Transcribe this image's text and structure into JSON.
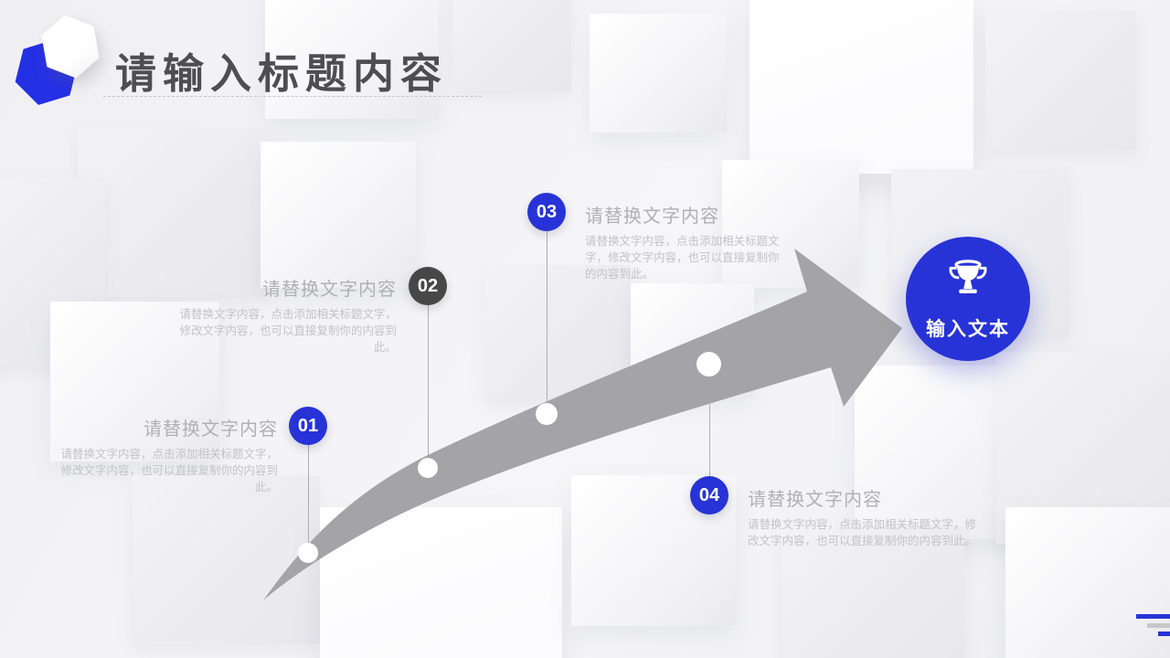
{
  "slide": {
    "title": "请输入标题内容"
  },
  "milestones": [
    {
      "number": "01",
      "heading": "请替换文字内容",
      "body": "请替换文字内容，点击添加相关标题文字，修改文字内容，也可以直接复制你的内容到此。",
      "circle_color": "blue"
    },
    {
      "number": "02",
      "heading": "请替换文字内容",
      "body": "请替换文字内容，点击添加相关标题文字，修改文字内容，也可以直接复制你的内容到此。",
      "circle_color": "dark"
    },
    {
      "number": "03",
      "heading": "请替换文字内容",
      "body": "请替换文字内容，点击添加相关标题文字，修改文字内容，也可以直接复制你的内容到此。",
      "circle_color": "blue"
    },
    {
      "number": "04",
      "heading": "请替换文字内容",
      "body": "请替换文字内容，点击添加相关标题文字，修改文字内容，也可以直接复制你的内容到此。",
      "circle_color": "blue"
    }
  ],
  "goal": {
    "label": "输入文本",
    "icon": "trophy-icon"
  },
  "colors": {
    "accent_blue": "#2733d6",
    "hexagon_blue": "#2430e4",
    "dark_circle": "#474747",
    "arrow_gray": "#a4a4a6",
    "title_text": "#4e4e50",
    "heading_text": "#b1b1b5",
    "body_text": "#c3c3c7"
  }
}
